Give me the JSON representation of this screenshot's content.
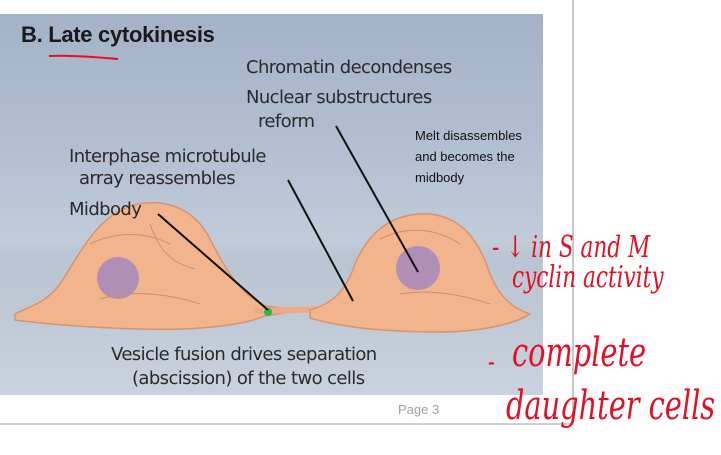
{
  "page": {
    "page_label": "Page 3"
  },
  "figure": {
    "title": "B. Late cytokinesis",
    "labels": {
      "chromatin": "Chromatin decondenses",
      "nuclear_line1": "Nuclear substructures",
      "nuclear_line2": "reform",
      "interphase_line1": "Interphase microtubule",
      "interphase_line2": "array reassembles",
      "midbody": "Midbody",
      "vesicle_line1": "Vesicle fusion drives separation",
      "vesicle_line2": "(abscission) of the two cells"
    }
  },
  "typed_note": {
    "text": "Melt disassembles\nand becomes the\nmidbody"
  },
  "handwritten_annotations": {
    "color": "#e31024",
    "note1_line1": "- ↓ in S and M",
    "note1_line2": "cyclin activity",
    "note2_dash": "-",
    "note2_line1": "complete",
    "note2_line2": "daughter cells"
  }
}
